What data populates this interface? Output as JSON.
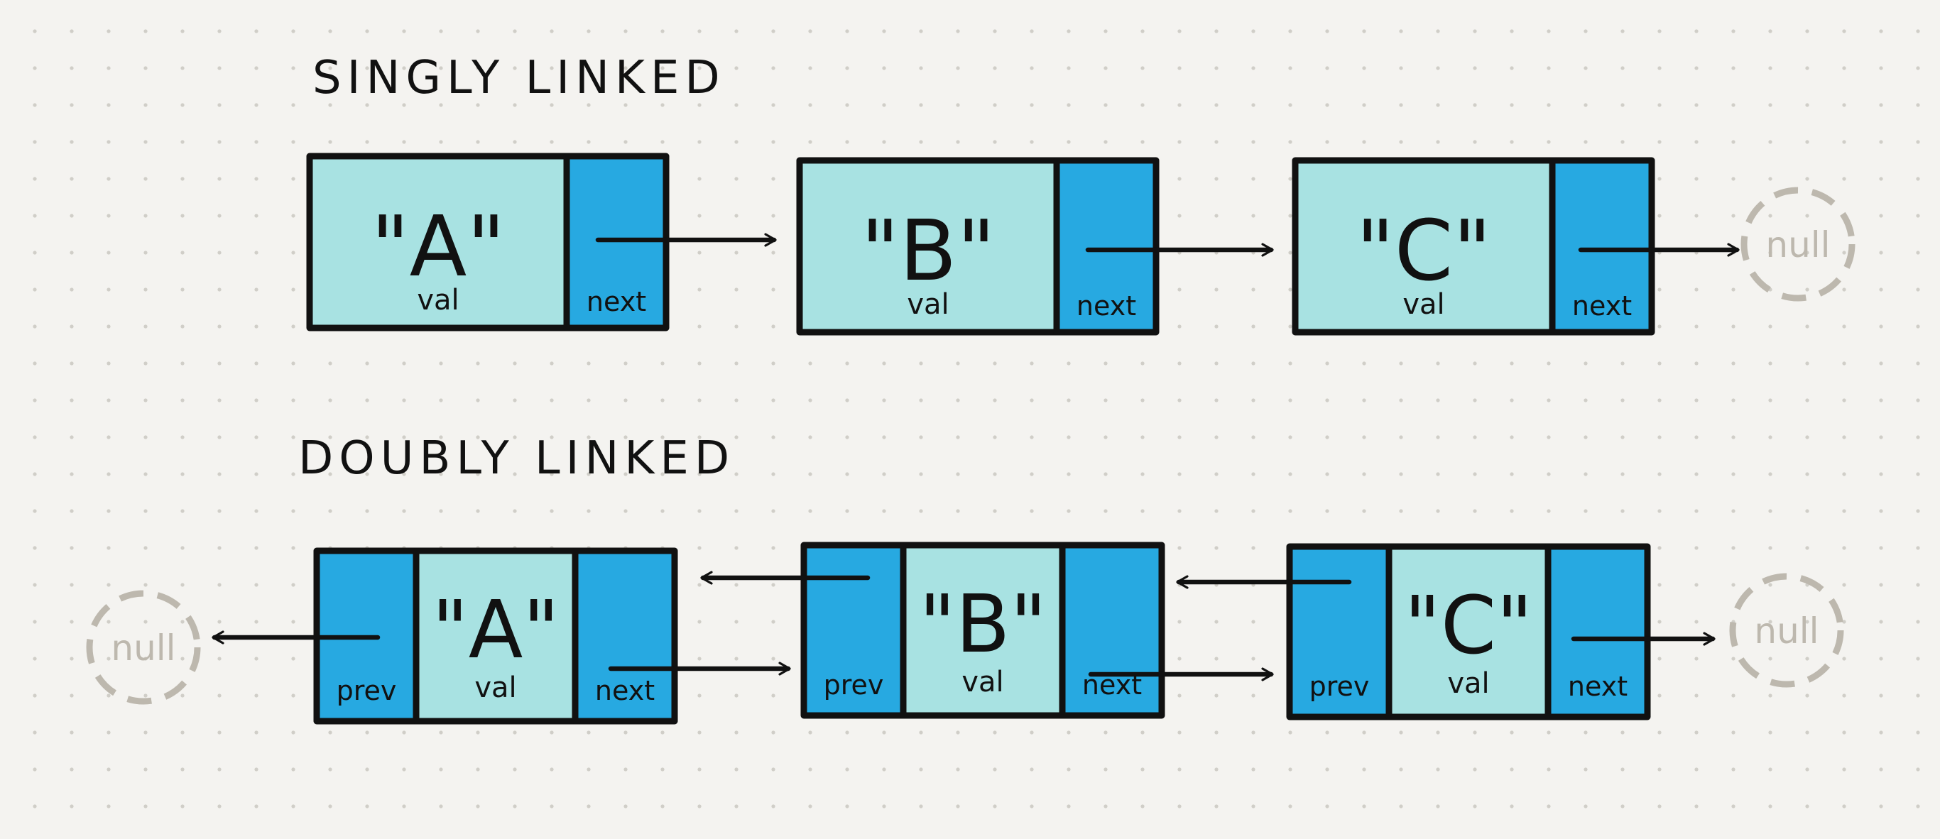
{
  "sections": {
    "singly": {
      "title": "SINGLY LINKED",
      "nodes": [
        {
          "value": "\"A\"",
          "value_label": "val",
          "next_label": "next"
        },
        {
          "value": "\"B\"",
          "value_label": "val",
          "next_label": "next"
        },
        {
          "value": "\"C\"",
          "value_label": "val",
          "next_label": "next"
        }
      ],
      "terminal": "null"
    },
    "doubly": {
      "title": "DOUBLY LINKED",
      "nodes": [
        {
          "value": "\"A\"",
          "value_label": "val",
          "prev_label": "prev",
          "next_label": "next"
        },
        {
          "value": "\"B\"",
          "value_label": "val",
          "prev_label": "prev",
          "next_label": "next"
        },
        {
          "value": "\"C\"",
          "value_label": "val",
          "prev_label": "prev",
          "next_label": "next"
        }
      ],
      "head_terminal": "null",
      "tail_terminal": "null"
    }
  },
  "colors": {
    "value_fill": "#a8e2e2",
    "pointer_fill": "#27a9e1",
    "stroke": "#111111",
    "null_color": "#bdb8ae",
    "background": "#f4f3f0"
  }
}
